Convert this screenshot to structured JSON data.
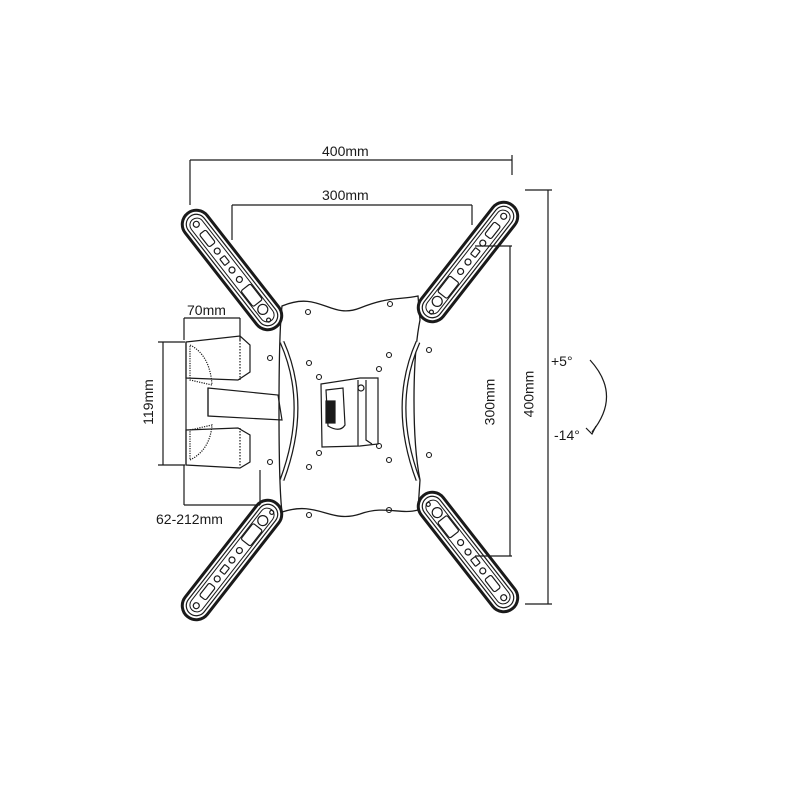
{
  "diagram": {
    "subject": "Full-motion TV wall mount bracket",
    "dimensions": {
      "horizontal_outer": "400mm",
      "horizontal_inner": "300mm",
      "vertical_inner": "300mm",
      "vertical_outer": "400mm",
      "wall_plate_width": "70mm",
      "wall_plate_height": "119mm",
      "extension_range": "62-212mm"
    },
    "tilt": {
      "up": "+5°",
      "down": "-14°"
    },
    "colors": {
      "line": "#1a1a1a",
      "background": "#ffffff"
    }
  }
}
